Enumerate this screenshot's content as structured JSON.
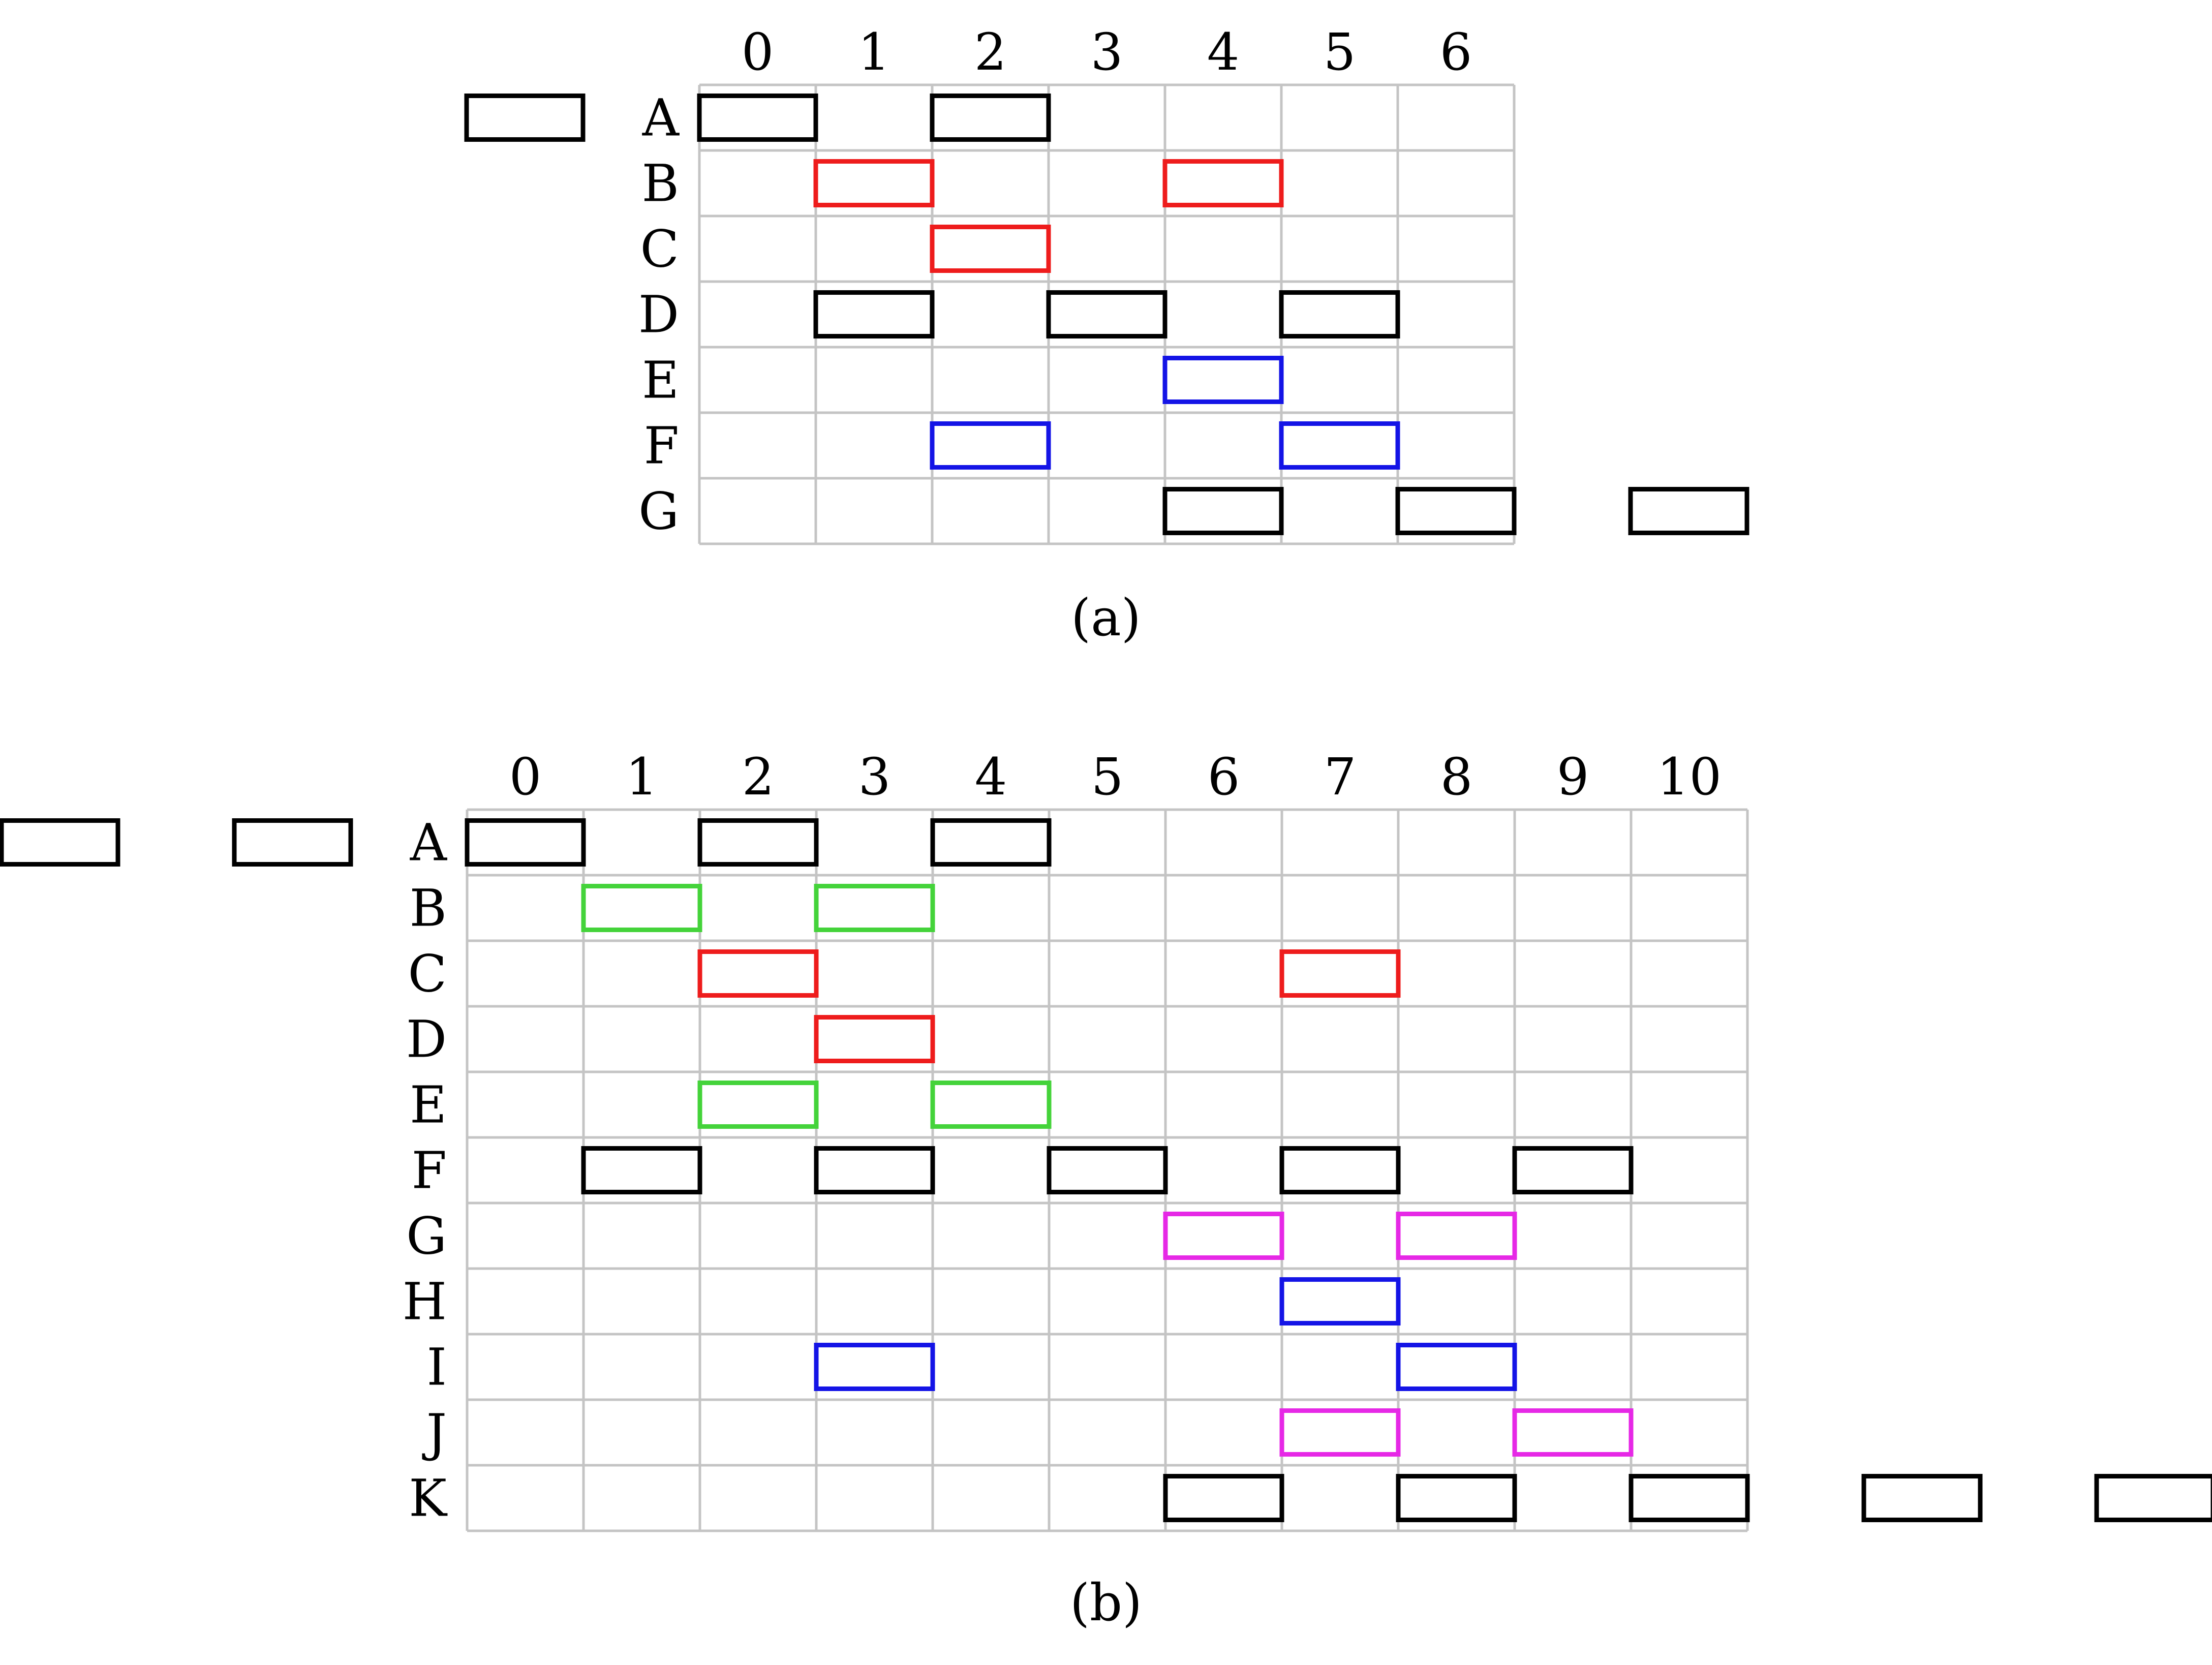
{
  "colors": {
    "black": "#000000",
    "red": "#ee1c1c",
    "blue": "#1414e6",
    "green": "#44d33a",
    "magenta": "#e628e6",
    "grid": "#c4c4c4"
  },
  "diagrams": [
    {
      "id": "a",
      "caption": "(a)",
      "columns": [
        "0",
        "1",
        "2",
        "3",
        "4",
        "5",
        "6"
      ],
      "rows": [
        "A",
        "B",
        "C",
        "D",
        "E",
        "F",
        "G"
      ],
      "blocks": [
        {
          "row": 0,
          "col": -2,
          "color": "black"
        },
        {
          "row": 0,
          "col": 0,
          "color": "black"
        },
        {
          "row": 0,
          "col": 2,
          "color": "black"
        },
        {
          "row": 1,
          "col": 1,
          "color": "red"
        },
        {
          "row": 1,
          "col": 4,
          "color": "red"
        },
        {
          "row": 2,
          "col": 2,
          "color": "red"
        },
        {
          "row": 3,
          "col": 1,
          "color": "black"
        },
        {
          "row": 3,
          "col": 3,
          "color": "black"
        },
        {
          "row": 3,
          "col": 5,
          "color": "black"
        },
        {
          "row": 4,
          "col": 4,
          "color": "blue"
        },
        {
          "row": 5,
          "col": 2,
          "color": "blue"
        },
        {
          "row": 5,
          "col": 5,
          "color": "blue"
        },
        {
          "row": 6,
          "col": 4,
          "color": "black"
        },
        {
          "row": 6,
          "col": 6,
          "color": "black"
        },
        {
          "row": 6,
          "col": 8,
          "color": "black"
        }
      ]
    },
    {
      "id": "b",
      "caption": "(b)",
      "columns": [
        "0",
        "1",
        "2",
        "3",
        "4",
        "5",
        "6",
        "7",
        "8",
        "9",
        "10"
      ],
      "rows": [
        "A",
        "B",
        "C",
        "D",
        "E",
        "F",
        "G",
        "H",
        "I",
        "J",
        "K"
      ],
      "blocks": [
        {
          "row": 0,
          "col": -4,
          "color": "black"
        },
        {
          "row": 0,
          "col": -2,
          "color": "black"
        },
        {
          "row": 0,
          "col": 0,
          "color": "black"
        },
        {
          "row": 0,
          "col": 2,
          "color": "black"
        },
        {
          "row": 0,
          "col": 4,
          "color": "black"
        },
        {
          "row": 1,
          "col": 1,
          "color": "green"
        },
        {
          "row": 1,
          "col": 3,
          "color": "green"
        },
        {
          "row": 2,
          "col": 2,
          "color": "red"
        },
        {
          "row": 2,
          "col": 7,
          "color": "red"
        },
        {
          "row": 3,
          "col": 3,
          "color": "red"
        },
        {
          "row": 4,
          "col": 2,
          "color": "green"
        },
        {
          "row": 4,
          "col": 4,
          "color": "green"
        },
        {
          "row": 5,
          "col": 1,
          "color": "black"
        },
        {
          "row": 5,
          "col": 3,
          "color": "black"
        },
        {
          "row": 5,
          "col": 5,
          "color": "black"
        },
        {
          "row": 5,
          "col": 7,
          "color": "black"
        },
        {
          "row": 5,
          "col": 9,
          "color": "black"
        },
        {
          "row": 6,
          "col": 6,
          "color": "magenta"
        },
        {
          "row": 6,
          "col": 8,
          "color": "magenta"
        },
        {
          "row": 7,
          "col": 7,
          "color": "blue"
        },
        {
          "row": 8,
          "col": 3,
          "color": "blue"
        },
        {
          "row": 8,
          "col": 8,
          "color": "blue"
        },
        {
          "row": 9,
          "col": 7,
          "color": "magenta"
        },
        {
          "row": 9,
          "col": 9,
          "color": "magenta"
        },
        {
          "row": 10,
          "col": 6,
          "color": "black"
        },
        {
          "row": 10,
          "col": 8,
          "color": "black"
        },
        {
          "row": 10,
          "col": 10,
          "color": "black"
        },
        {
          "row": 10,
          "col": 12,
          "color": "black"
        },
        {
          "row": 10,
          "col": 14,
          "color": "black"
        }
      ]
    }
  ]
}
